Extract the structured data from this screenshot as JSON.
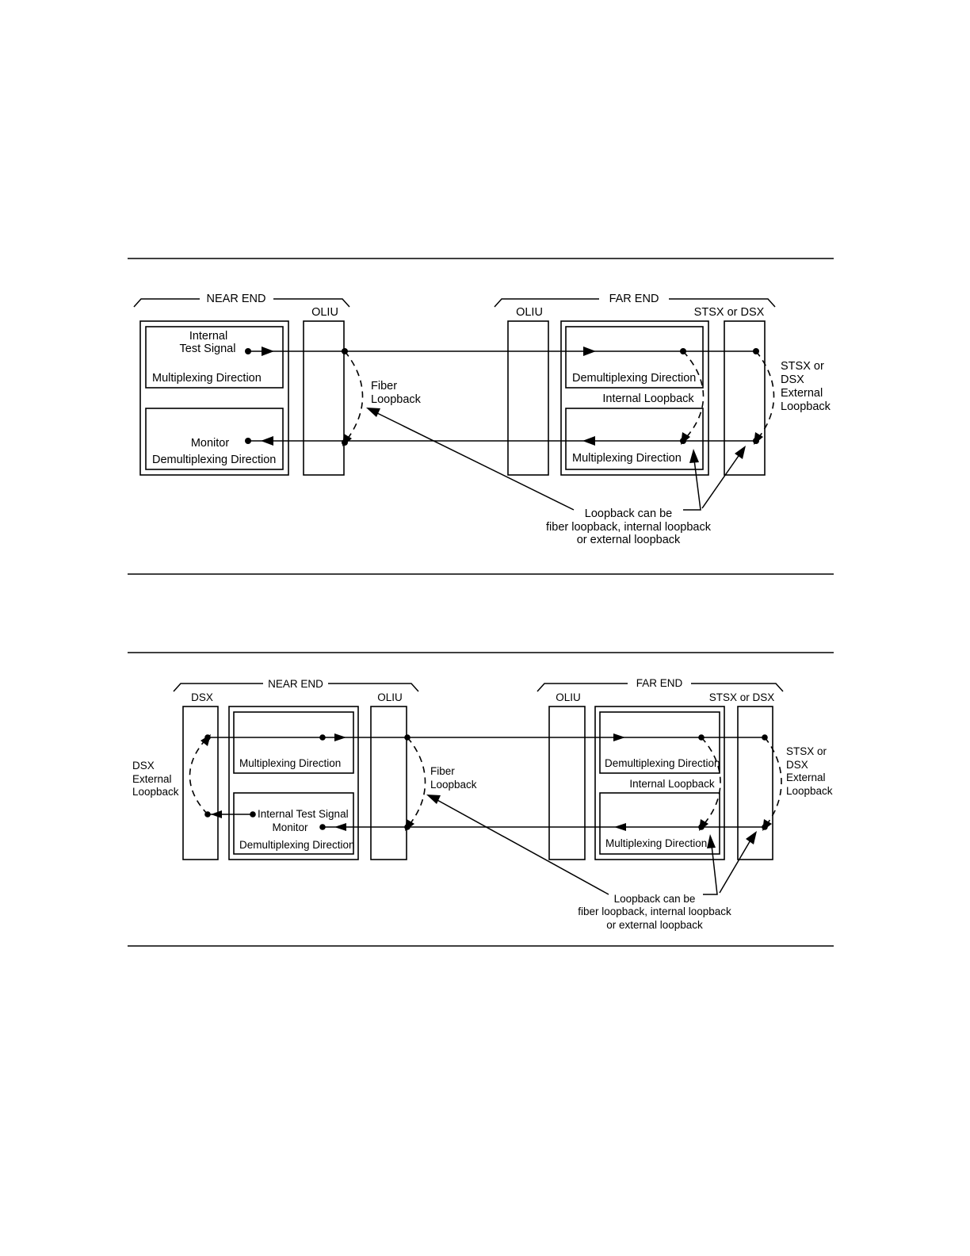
{
  "figure1": {
    "near_end": "NEAR END",
    "far_end": "FAR END",
    "oliu_near": "OLIU",
    "oliu_far": "OLIU",
    "stsx_dsx_header": "STSX or DSX",
    "internal": "Internal",
    "test_signal": "Test Signal",
    "mux_direction": "Multiplexing Direction",
    "monitor": "Monitor",
    "demux_direction": "Demultiplexing Direction",
    "fiber": "Fiber",
    "loopback": "Loopback",
    "far_demux_direction": "Demultiplexing Direction",
    "internal_loopback": "Internal Loopback",
    "far_mux_direction": "Multiplexing Direction",
    "ext_1": "STSX or",
    "ext_2": "DSX",
    "ext_3": "External",
    "ext_4": "Loopback",
    "note_1": "Loopback can be",
    "note_2": "fiber loopback, internal loopback",
    "note_3": "or external loopback"
  },
  "figure2": {
    "near_end": "NEAR END",
    "far_end": "FAR END",
    "dsx": "DSX",
    "oliu_near": "OLIU",
    "oliu_far": "OLIU",
    "stsx_dsx_header": "STSX or DSX",
    "dsx_ext_1": "DSX",
    "dsx_ext_2": "External",
    "dsx_ext_3": "Loopback",
    "mux_direction": "Multiplexing Direction",
    "internal_test_signal": "Internal Test Signal",
    "monitor": "Monitor",
    "demux_direction": "Demultiplexing Direction",
    "fiber": "Fiber",
    "loopback": "Loopback",
    "far_demux_direction": "Demultiplexing Direction",
    "internal_loopback": "Internal Loopback",
    "far_mux_direction": "Multiplexing Direction",
    "ext_1": "STSX or",
    "ext_2": "DSX",
    "ext_3": "External",
    "ext_4": "Loopback",
    "note_1": "Loopback can be",
    "note_2": "fiber loopback, internal loopback",
    "note_3": "or external loopback"
  }
}
